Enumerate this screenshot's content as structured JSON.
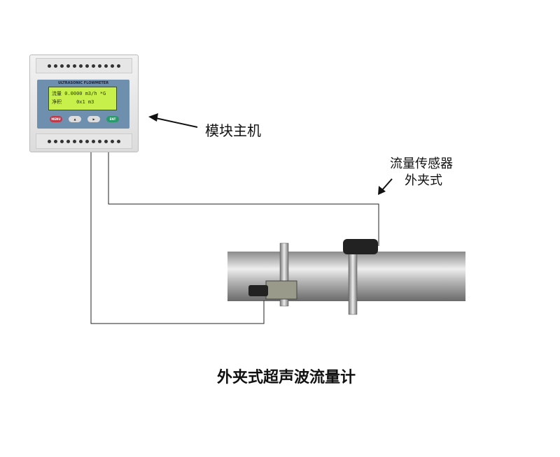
{
  "device": {
    "brand": "ULTRASONIC FLOWMETER",
    "lcd_line1_label": "流量",
    "lcd_line1_value": "0.0000 m3/h *G",
    "lcd_line2_label": "净积",
    "lcd_line2_value": "0x1 m3",
    "buttons": [
      "MENU",
      "▲",
      "▶",
      "ENT"
    ]
  },
  "labels": {
    "host": "模块主机",
    "sensor_line1": "流量传感器",
    "sensor_line2": "外夹式"
  },
  "title": "外夹式超声波流量计"
}
